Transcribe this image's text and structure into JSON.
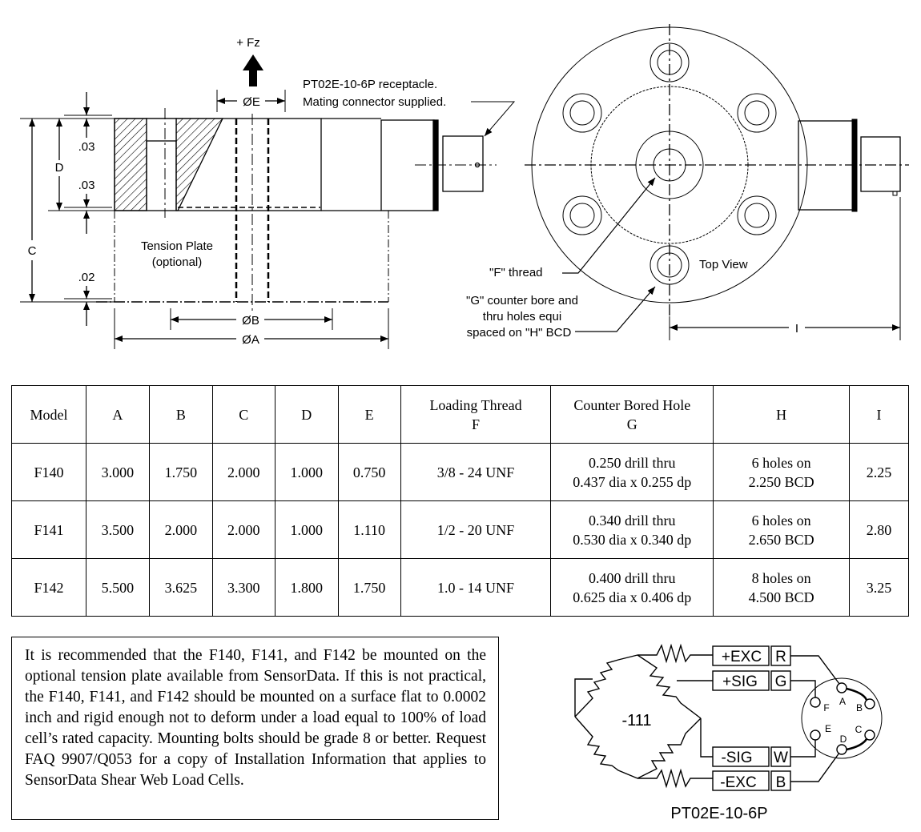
{
  "drawing": {
    "side_view": {
      "force_label": "+ Fz",
      "dim_E": "ØE",
      "dim_B": "ØB",
      "dim_A": "ØA",
      "dim_C": "C",
      "dim_D": "D",
      "gap_top": ".03",
      "gap_mid": ".03",
      "gap_bottom": ".02",
      "tension_plate_line1": "Tension Plate",
      "tension_plate_line2": "(optional)",
      "receptacle_line1": "PT02E-10-6P receptacle.",
      "receptacle_line2": "Mating connector supplied."
    },
    "top_view": {
      "label": "Top View",
      "f_thread": "\"F\" thread",
      "g_line1": "\"G\" counter bore and",
      "g_line2": "thru holes equi",
      "g_line3": "spaced on \"H\" BCD",
      "dim_I": "I"
    }
  },
  "table": {
    "headers": [
      {
        "line1": "Model",
        "line2": ""
      },
      {
        "line1": "A",
        "line2": ""
      },
      {
        "line1": "B",
        "line2": ""
      },
      {
        "line1": "C",
        "line2": ""
      },
      {
        "line1": "D",
        "line2": ""
      },
      {
        "line1": "E",
        "line2": ""
      },
      {
        "line1": "Loading Thread",
        "line2": "F"
      },
      {
        "line1": "Counter Bored Hole",
        "line2": "G"
      },
      {
        "line1": "H",
        "line2": ""
      },
      {
        "line1": "I",
        "line2": ""
      }
    ],
    "rows": [
      {
        "model": "F140",
        "A": "3.000",
        "B": "1.750",
        "C": "2.000",
        "D": "1.000",
        "E": "0.750",
        "F": "3/8 - 24 UNF",
        "G1": "0.250 drill thru",
        "G2": "0.437 dia x 0.255 dp",
        "H1": "6 holes on",
        "H2": "2.250 BCD",
        "I": "2.25"
      },
      {
        "model": "F141",
        "A": "3.500",
        "B": "2.000",
        "C": "2.000",
        "D": "1.000",
        "E": "1.110",
        "F": "1/2 - 20 UNF",
        "G1": "0.340 drill thru",
        "G2": "0.530 dia x 0.340 dp",
        "H1": "6 holes on",
        "H2": "2.650 BCD",
        "I": "2.80"
      },
      {
        "model": "F142",
        "A": "5.500",
        "B": "3.625",
        "C": "3.300",
        "D": "1.800",
        "E": "1.750",
        "F": "1.0 - 14 UNF",
        "G1": "0.400 drill thru",
        "G2": "0.625 dia x 0.406 dp",
        "H1": "8 holes on",
        "H2": "4.500 BCD",
        "I": "3.25"
      }
    ]
  },
  "note": {
    "text": "It is recommended that the F140, F141, and F142 be mounted on the optional tension plate available from SensorData. If this is not practical, the F140, F141, and F142 should be mounted on a surface flat to 0.0002 inch and rigid enough not to deform under a load equal to 100% of load cell’s rated capacity. Mounting bolts should be grade 8 or better. Request FAQ 9907/Q053 for a copy of Installation Information that applies to SensorData Shear Web Load Cells."
  },
  "wiring": {
    "bridge_label": "-111",
    "connector_label": "PT02E-10-6P",
    "signals": [
      {
        "name": "+EXC",
        "color_code": "R"
      },
      {
        "name": "+SIG",
        "color_code": "G"
      },
      {
        "name": "-SIG",
        "color_code": "W"
      },
      {
        "name": "-EXC",
        "color_code": "B"
      }
    ],
    "pins": [
      "A",
      "B",
      "C",
      "D",
      "E",
      "F"
    ]
  }
}
